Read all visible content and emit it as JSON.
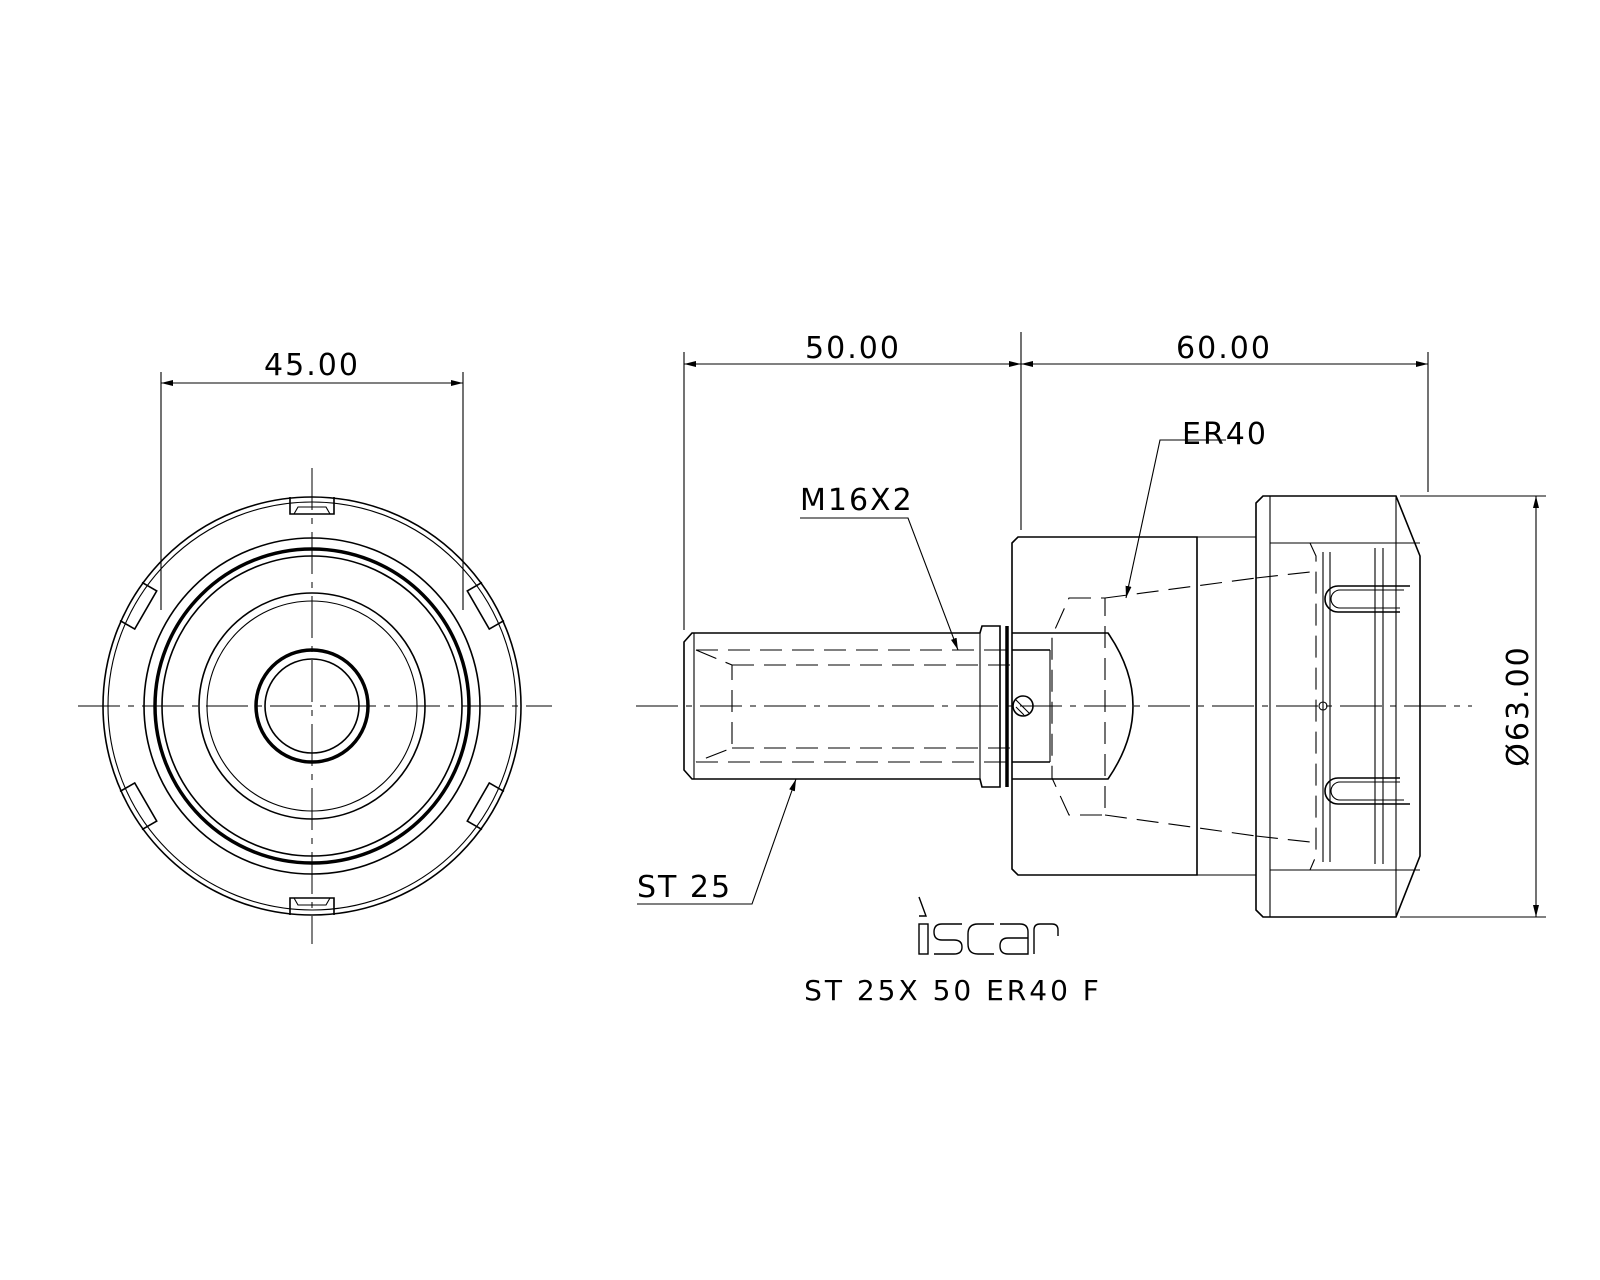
{
  "dimensions": {
    "front_width": "45.00",
    "shank_length": "50.00",
    "body_length": "60.00",
    "nut_diameter": "Ø63.00"
  },
  "callouts": {
    "collet": "ER40",
    "thread": "M16X2",
    "shank": "ST 25"
  },
  "logo": {
    "text": "iscar"
  },
  "part_code": "ST 25X 50 ER40 F"
}
